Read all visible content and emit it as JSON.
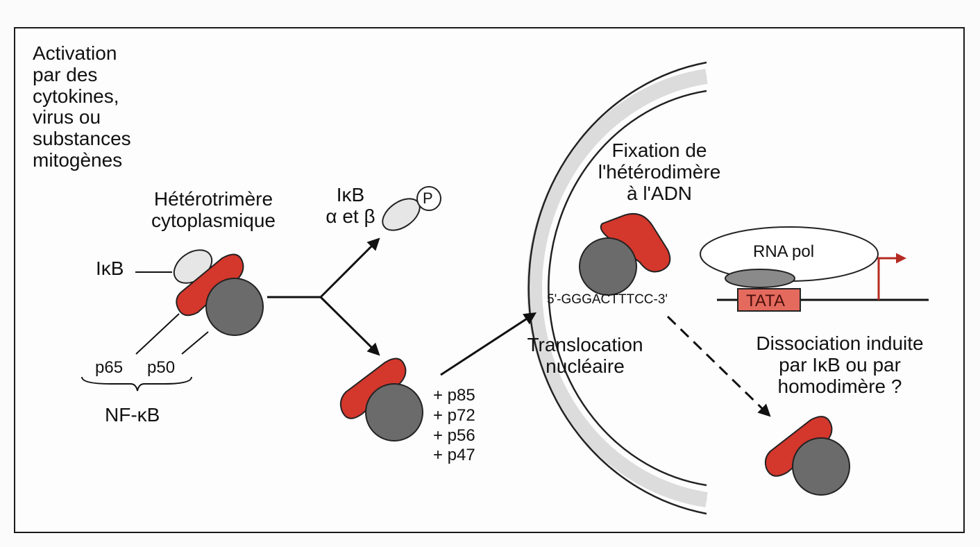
{
  "activation_text": [
    "Activation",
    "par des",
    "cytokines,",
    "virus ou",
    "substances",
    "mitogènes"
  ],
  "heterotrimer_title": [
    "Hétérotrimère",
    "cytoplasmique"
  ],
  "ikb_pointer_label": "IκB",
  "p65_label": "p65",
  "p50_label": "p50",
  "nfkb_label": "NF-κB",
  "ikb_released_label": [
    "IκB",
    "α et β"
  ],
  "phospho_label": "P",
  "partners": [
    "+ p85",
    "+ p72",
    "+ p56",
    "+ p47"
  ],
  "translocation_label": [
    "Translocation",
    "nucléaire"
  ],
  "dna_binding_title": [
    "Fixation de",
    "l'hétérodimère",
    "à l'ADN"
  ],
  "dna_sequence": "5'-GGGACTTTCC-3'",
  "rna_pol_label": "RNA pol",
  "tata_label": "TATA",
  "dissociation_text": [
    "Dissociation induite",
    "par IκB ou par",
    "homodimère ?"
  ],
  "colors": {
    "red_subunit": "#d4372c",
    "gray_subunit": "#6b6b6b",
    "ikb_subunit": "#e6e6e6",
    "membrane": "#dcdcdc",
    "promoter_arrow": "#b52a22",
    "tata_box": "#e46a5e"
  }
}
